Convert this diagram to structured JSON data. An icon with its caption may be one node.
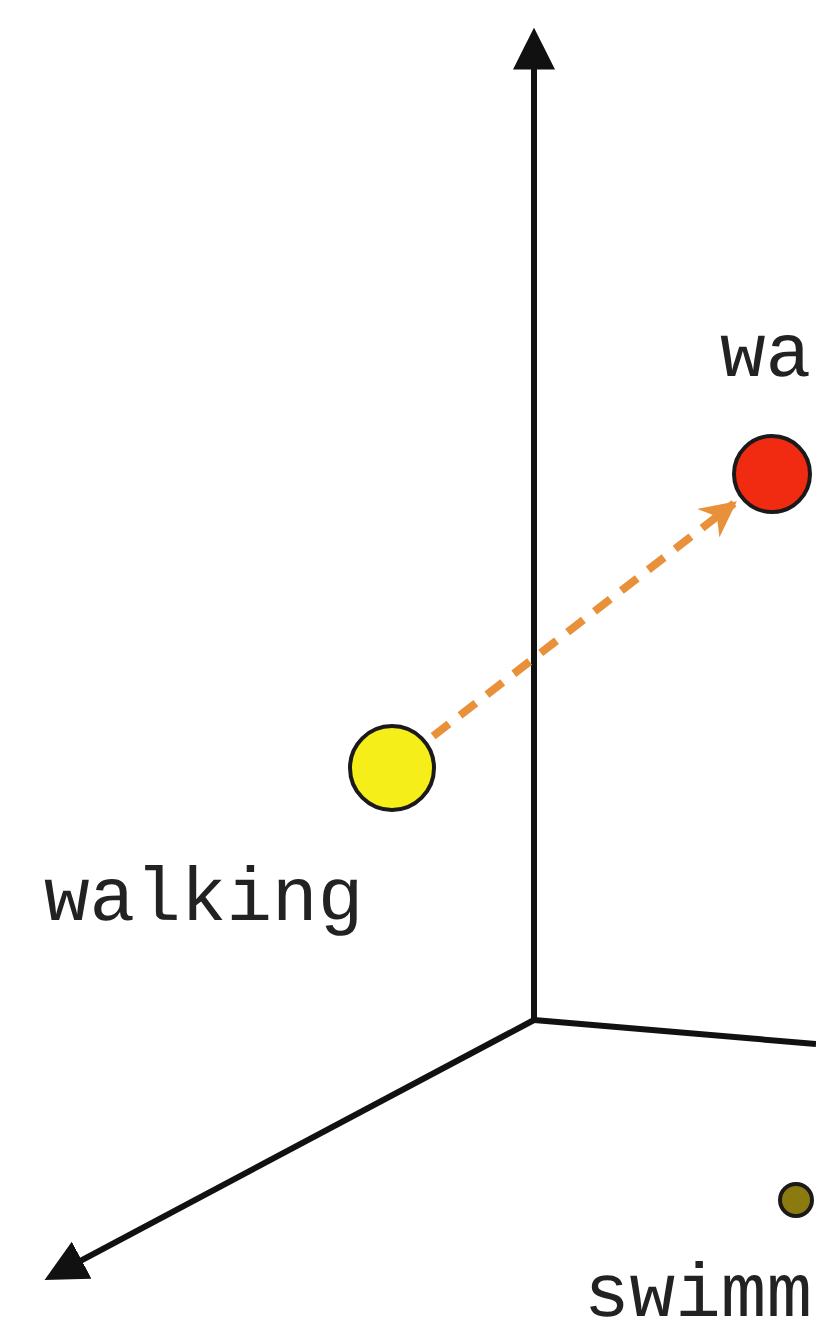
{
  "diagram": {
    "nodes": [
      {
        "text": [],
        "shape": "circle",
        "beside": [
          "walking"
        ]
      },
      {
        "text": [],
        "shape": "circle",
        "beside": [
          "wa"
        ]
      },
      {
        "text": [],
        "shape": "circle",
        "beside": [
          "swimm"
        ]
      }
    ],
    "edges": [
      {
        "from": 0,
        "to": 1,
        "arrow": "to",
        "style": "dashed",
        "color": "#e8913a"
      }
    ]
  }
}
